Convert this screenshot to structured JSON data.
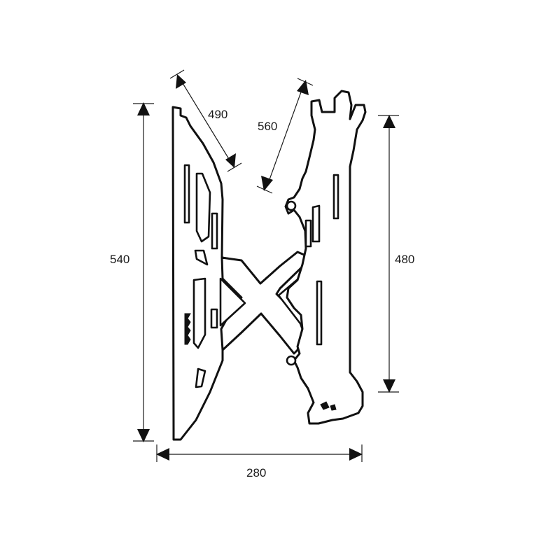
{
  "dimensions": {
    "diagonal_left": "490",
    "diagonal_right": "560",
    "height_left": "540",
    "height_right": "480",
    "width_bottom": "280"
  }
}
